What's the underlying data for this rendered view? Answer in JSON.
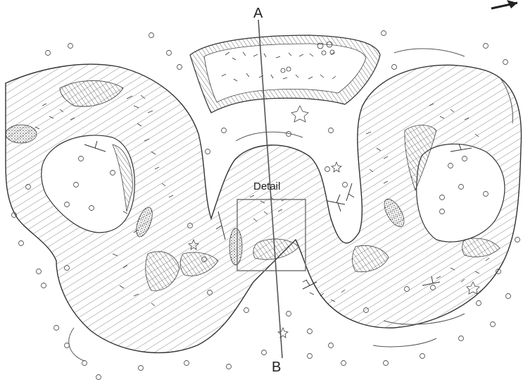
{
  "section_line": {
    "start_label": "A",
    "end_label": "B"
  },
  "detail_box": {
    "label": "Detail"
  },
  "colors": {
    "ink": "#3a3a3a",
    "background": "#ffffff",
    "detail_box_stroke": "#777777"
  },
  "icons": [
    "north-arrow-icon"
  ]
}
